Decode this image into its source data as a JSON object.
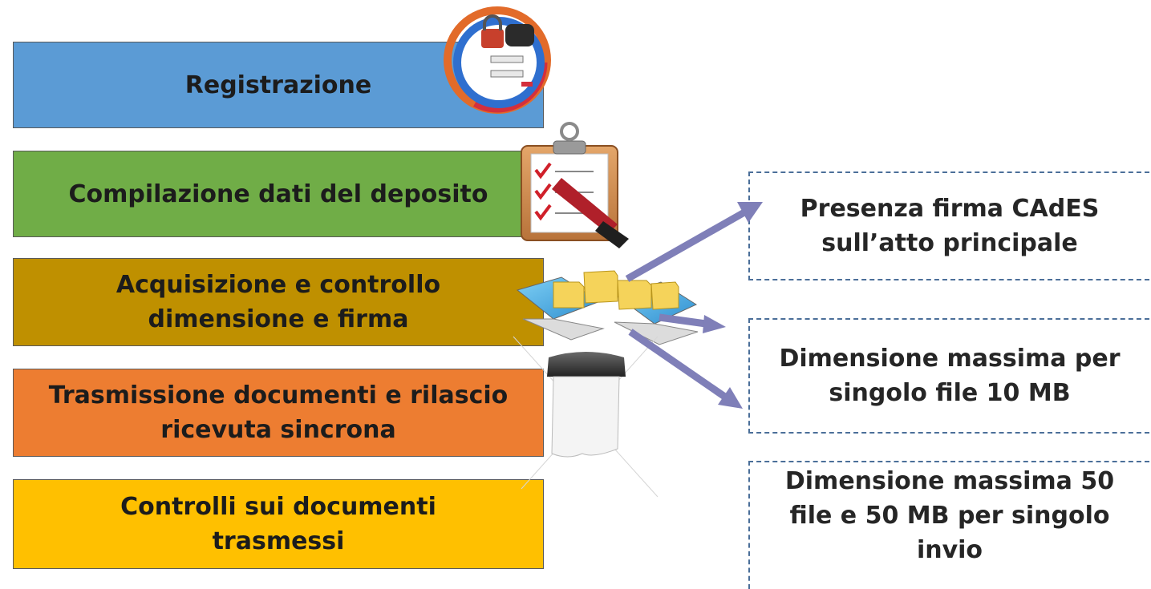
{
  "steps": [
    {
      "label": "Registrazione",
      "color": "#5b9bd5"
    },
    {
      "label": "Compilazione dati del deposito",
      "color": "#70ad47"
    },
    {
      "label": "Acquisizione e controllo\ndimensione e firma",
      "color": "#bf9000"
    },
    {
      "label": "Trasmissione documenti e rilascio\nricevuta sincrona",
      "color": "#ed7d31"
    },
    {
      "label": "Controlli sui documenti\ntrasmessi",
      "color": "#ffc000"
    }
  ],
  "notes": [
    {
      "label": "Presenza firma CAdES\nsull’atto principale"
    },
    {
      "label": "Dimensione massima per\nsingolo file 10 MB"
    },
    {
      "label": "Dimensione massima 50\nfile e 50 MB per singolo\ninvio"
    }
  ],
  "colors": {
    "arrow": "#7f7fb8",
    "note_border": "#4b6f99"
  },
  "illustrations": {
    "login": "login-lock-icon",
    "clipboard": "checklist-clipboard-icon",
    "transfer": "laptops-file-transfer-icon",
    "receipt": "receipt-printer-icon"
  }
}
